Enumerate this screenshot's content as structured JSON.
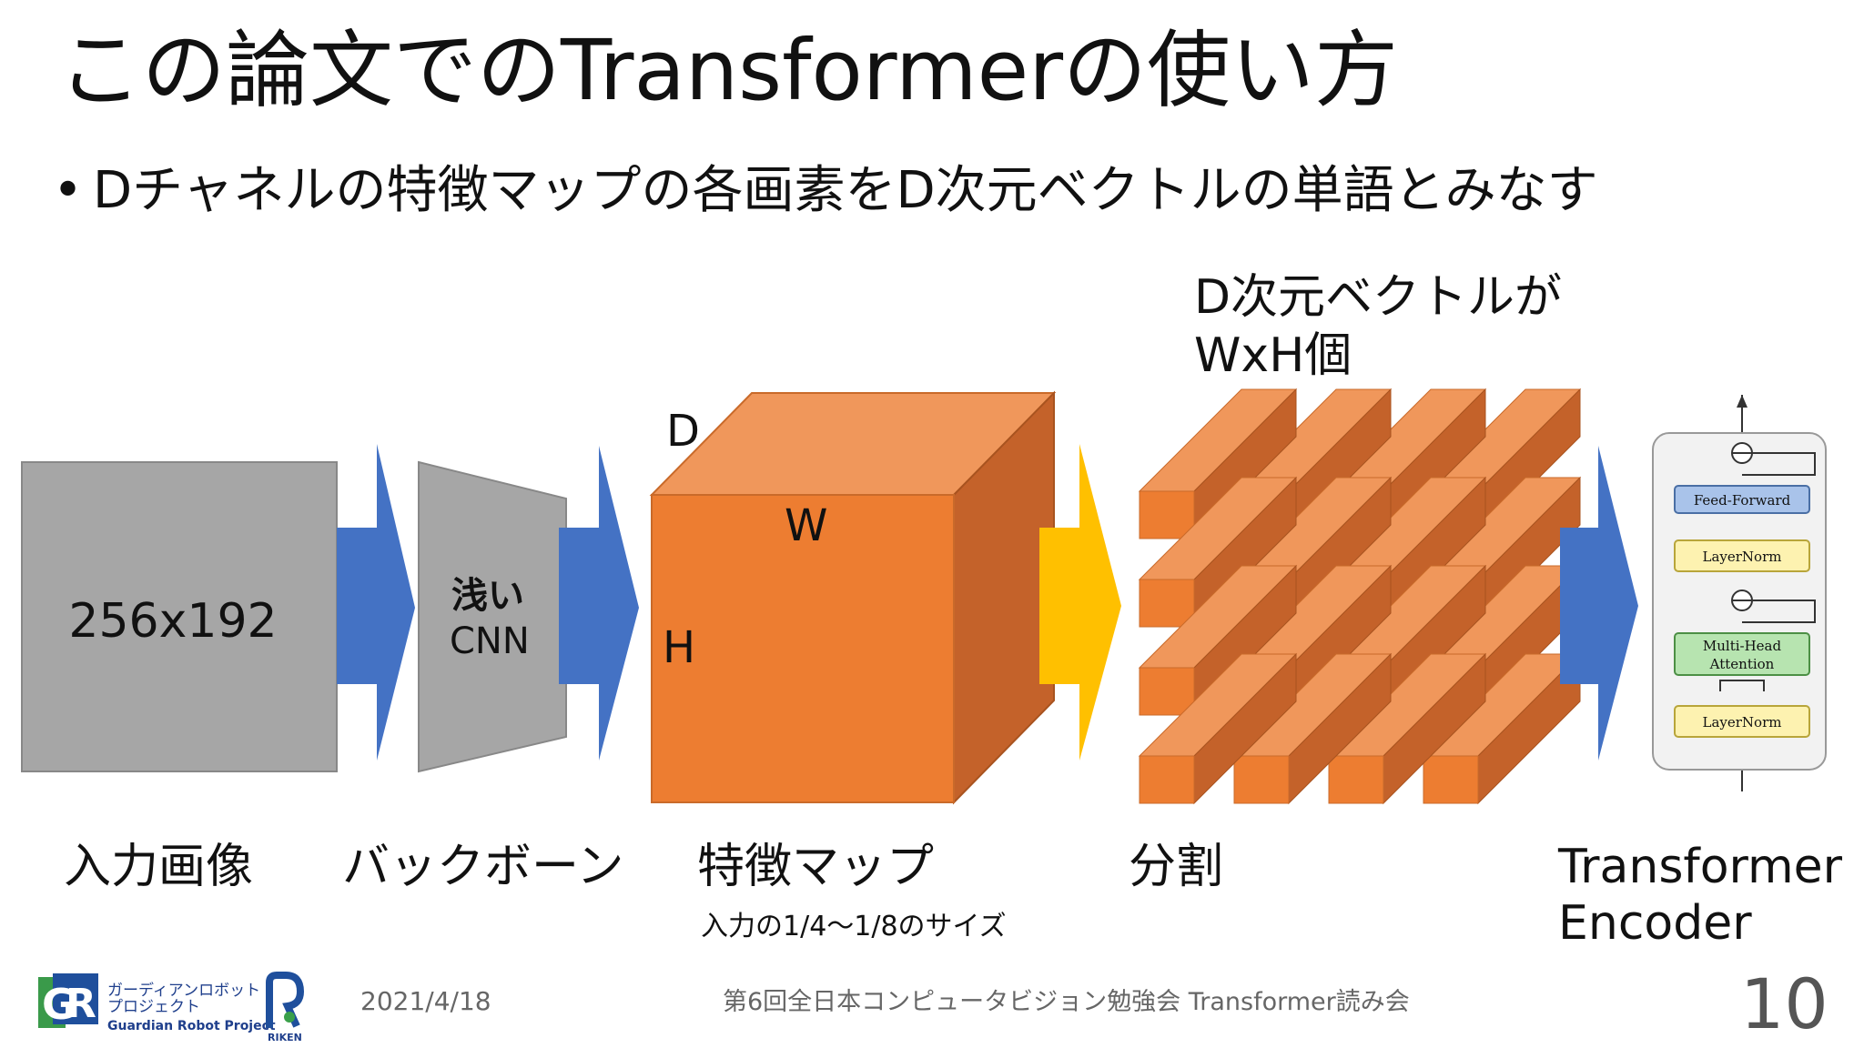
{
  "slide": {
    "title": "この論文でのTransformerの使い方",
    "bullet_marker": "•",
    "bullet": "Dチャネルの特徴マップの各画素をD次元ベクトルの単語とみなす"
  },
  "diagram": {
    "input_size": "256x192",
    "cnn_line1": "浅い",
    "cnn_line2": "CNN",
    "label_d": "D",
    "label_w": "W",
    "label_h": "H",
    "vectors_line1": "D次元ベクトルが",
    "vectors_line2": "WxH個",
    "encoder": {
      "feed_forward": "Feed-Forward",
      "layernorm": "LayerNorm",
      "multi_head_line1": "Multi-Head",
      "multi_head_line2": "Attention",
      "layernorm2": "LayerNorm"
    },
    "captions": {
      "input": "入力画像",
      "backbone": "バックボーン",
      "feature_map": "特徴マップ",
      "feature_map_note": "入力の1/4〜1/8のサイズ",
      "split": "分割",
      "encoder_line1": "Transformer",
      "encoder_line2": "Encoder"
    },
    "colors": {
      "gray": "#a6a6a6",
      "blue_arrow": "#4472c4",
      "orange": "#ed7d31",
      "yellow_arrow": "#ffc000"
    }
  },
  "footer": {
    "logo_line1": "ガーディアンロボット",
    "logo_line2": "プロジェクト",
    "logo_en": "Guardian Robot Project",
    "riken": "RIKEN",
    "date": "2021/4/18",
    "event": "第6回全日本コンピュータビジョン勉強会 Transformer読み会",
    "page": "10"
  }
}
